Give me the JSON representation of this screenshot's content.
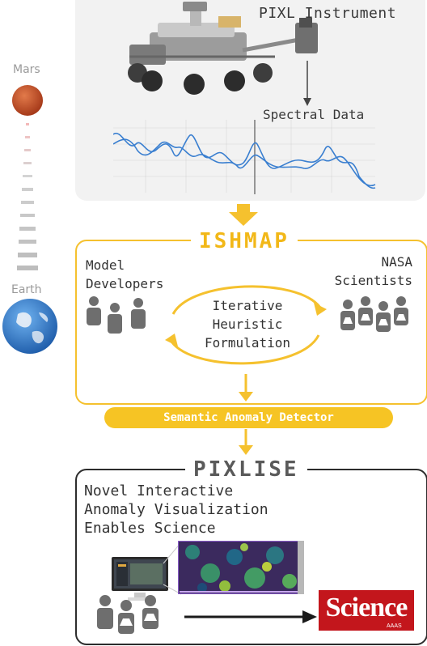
{
  "top": {
    "instrument_label": "PIXL Instrument",
    "spectral_label": "Spectral Data"
  },
  "planets": {
    "mars_label": "Mars",
    "earth_label": "Earth"
  },
  "ishmap": {
    "title": "ISHMAP",
    "model_developers_lines": [
      "Model",
      "Developers"
    ],
    "nasa_scientists_lines": [
      "NASA",
      "Scientists"
    ],
    "loop_lines": [
      "Iterative",
      "Heuristic",
      "Formulation"
    ],
    "detector_label": "Semantic Anomaly Detector"
  },
  "pixlise": {
    "title": "PIXLISE",
    "body_lines": [
      "Novel Interactive",
      "Anomaly Visualization",
      "Enables Science"
    ],
    "journal_label": "Science",
    "journal_sublabel": "AAAS"
  },
  "colors": {
    "accent_yellow": "#f5c12e",
    "spectral_blue": "#3a7fd0",
    "person_gray": "#6e6e6e",
    "science_red": "#c3161c"
  }
}
